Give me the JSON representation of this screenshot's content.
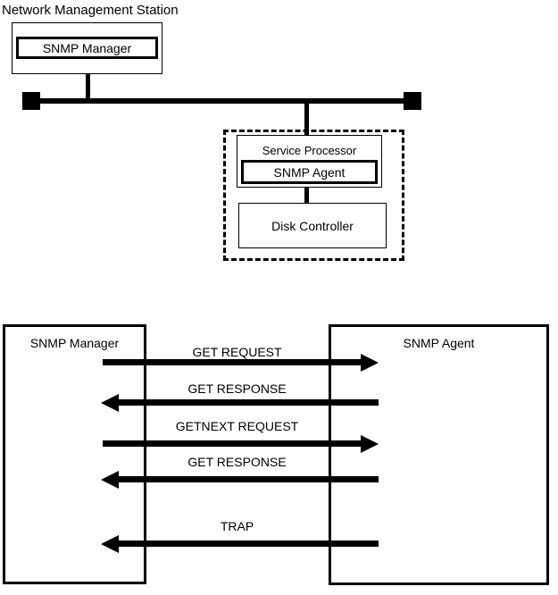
{
  "colors": {
    "ink": "#000000",
    "background": "#ffffff"
  },
  "network_diagram": {
    "station_label": "Network Management Station",
    "snmp_manager": "SNMP Manager",
    "service_processor": "Service Processor",
    "snmp_agent": "SNMP Agent",
    "disk_controller": "Disk Controller"
  },
  "sequence_diagram": {
    "left_node": "SNMP Manager",
    "right_node": "SNMP Agent",
    "messages": [
      {
        "label": "GET REQUEST",
        "direction": "right"
      },
      {
        "label": "GET RESPONSE",
        "direction": "left"
      },
      {
        "label": "GETNEXT REQUEST",
        "direction": "right"
      },
      {
        "label": "GET RESPONSE",
        "direction": "left"
      },
      {
        "label": "TRAP",
        "direction": "left"
      }
    ]
  }
}
